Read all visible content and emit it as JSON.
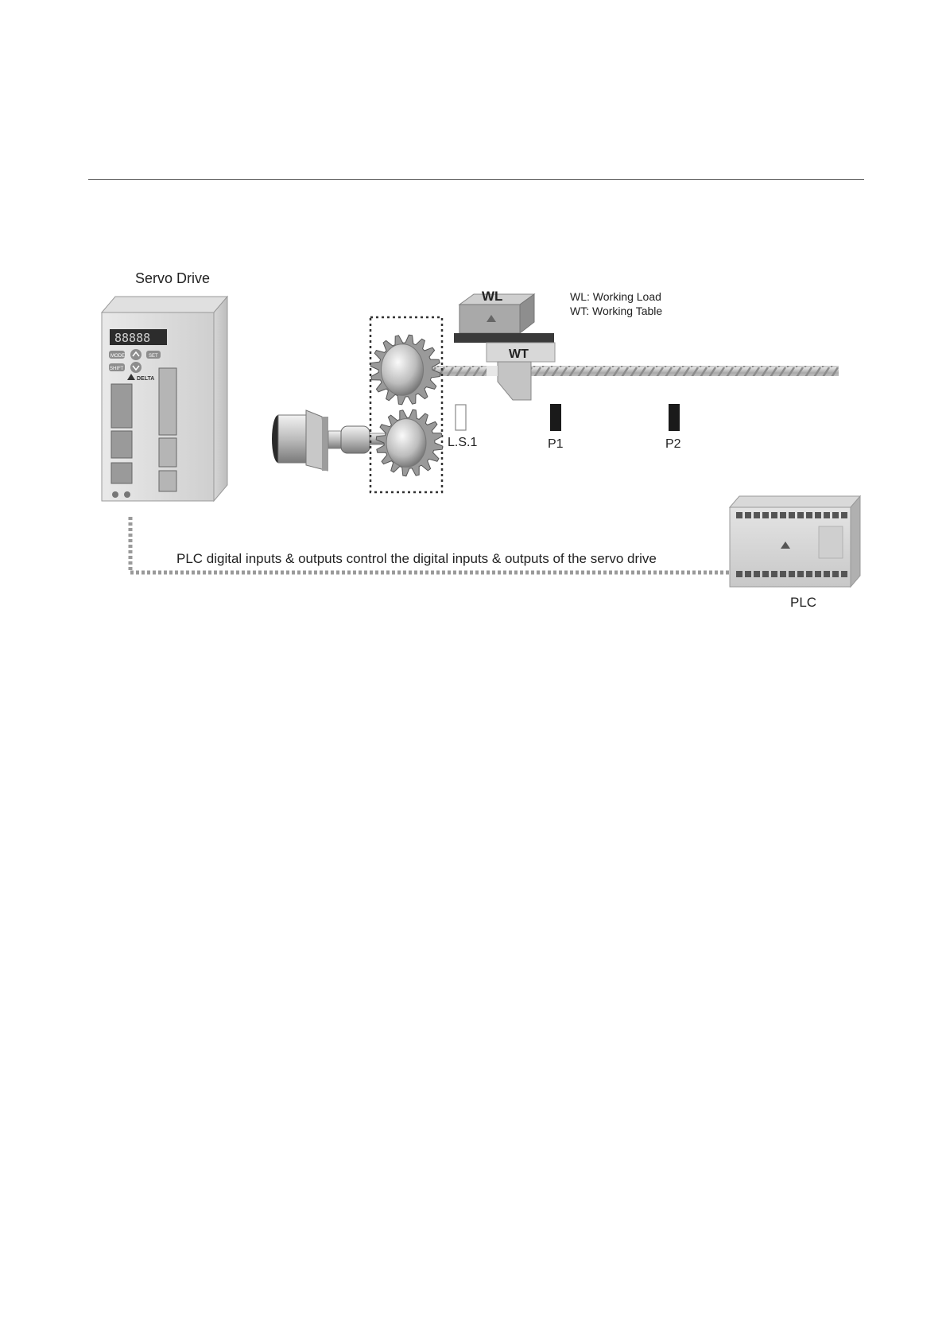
{
  "labels": {
    "servo_drive": "Servo Drive",
    "wl": "WL",
    "wt": "WT",
    "legend_wl": "WL: Working Load",
    "legend_wt": "WT: Working Table",
    "ls1": "L.S.1",
    "p1": "P1",
    "p2": "P2",
    "plc_caption": "PLC digital inputs & outputs control the digital inputs & outputs of the servo drive",
    "plc": "PLC"
  },
  "device_text": {
    "servo_display": "88888",
    "servo_buttons": [
      "MODE",
      "SET",
      "SHIFT"
    ],
    "brand": "DELTA"
  },
  "colors": {
    "line": "#555555",
    "dotted_connector": "#9a9a9a",
    "sensor_fill": "#1a1a1a"
  }
}
